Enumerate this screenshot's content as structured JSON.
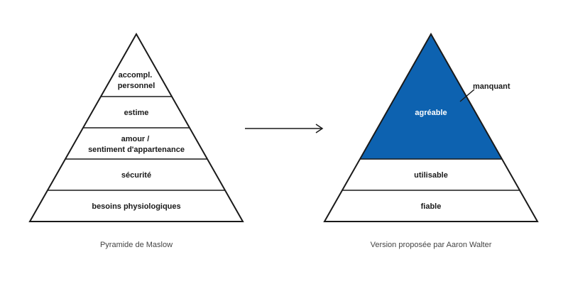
{
  "maslow": {
    "caption": "Pyramide de Maslow",
    "levels": [
      {
        "lines": [
          "accompl.",
          "personnel"
        ]
      },
      {
        "lines": [
          "estime"
        ]
      },
      {
        "lines": [
          "amour /",
          "sentiment d'appartenance"
        ]
      },
      {
        "lines": [
          "sécurité"
        ]
      },
      {
        "lines": [
          "besoins physiologiques"
        ]
      }
    ]
  },
  "walter": {
    "caption": "Version proposée par Aaron Walter",
    "levels": [
      {
        "lines": [
          "agréable"
        ],
        "fill": "#0d62b0"
      },
      {
        "lines": [
          "utilisable"
        ]
      },
      {
        "lines": [
          "fiable"
        ]
      }
    ],
    "annotation": "manquant"
  },
  "colors": {
    "stroke": "#1a1a1a",
    "highlight": "#0d62b0",
    "background": "#ffffff"
  }
}
